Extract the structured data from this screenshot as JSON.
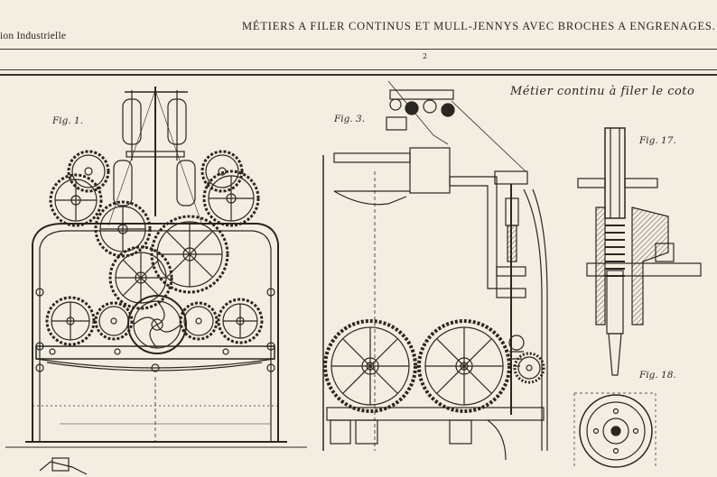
{
  "header": {
    "left_text": "ion Industrielle",
    "title": "MÉTIERS A FILER CONTINUS ET MULL-JENNYS AVEC BROCHES A ENGRENAGES. I",
    "page_mark": "2"
  },
  "plate": {
    "caption": "Métier continu à filer le coto",
    "figures": {
      "fig1": "Fig. 1.",
      "fig3": "Fig. 3.",
      "fig17": "Fig. 17.",
      "fig18": "Fig. 18."
    }
  },
  "colors": {
    "paper": "#f4eee2",
    "ink": "#2a2622"
  }
}
